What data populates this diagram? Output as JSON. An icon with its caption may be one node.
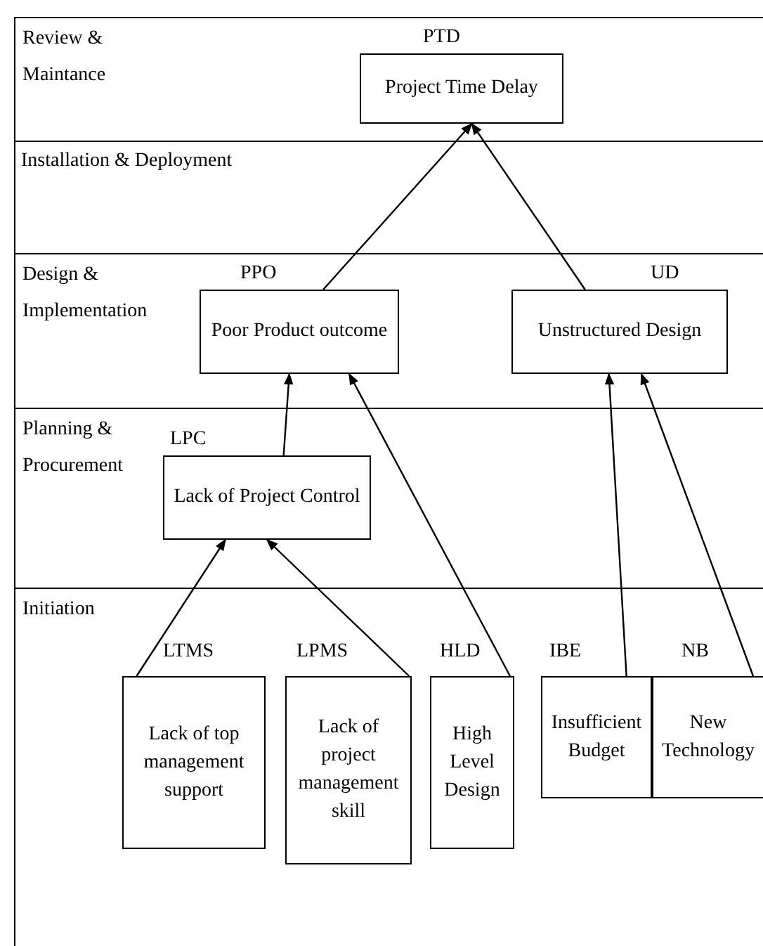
{
  "diagram": {
    "nodes": [
      {
        "text": [
          "Review & Maintance"
        ]
      },
      {
        "text": [
          "Project Time Delay"
        ],
        "in": 0,
        "beside": [
          "PTD"
        ]
      },
      {
        "text": [
          "Design & Implementation"
        ]
      },
      {
        "text": [
          "Poor Product outcome"
        ],
        "in": 2,
        "beside": [
          "PPO"
        ]
      },
      {
        "text": [
          "Unstructured Design"
        ],
        "in": 2,
        "beside": [
          "UD"
        ]
      },
      {
        "text": [
          "Planning & Procurement"
        ]
      },
      {
        "text": [
          "Lack of Project Control"
        ],
        "in": 5,
        "beside": [
          "LPC"
        ]
      },
      {
        "text": [
          "Initiation"
        ]
      },
      {
        "text": [
          "Lack of top management support"
        ],
        "in": 7,
        "beside": [
          "LTMS"
        ]
      },
      {
        "text": [
          "Lack of project management skill"
        ],
        "in": 7,
        "beside": [
          "LPMS"
        ]
      },
      {
        "text": [
          "High Level Design"
        ],
        "in": 7,
        "beside": [
          "HLD"
        ]
      },
      {
        "text": [
          "Insufficient Budget"
        ],
        "in": 7,
        "beside": [
          "IBE"
        ]
      },
      {
        "text": [
          "New Technology"
        ],
        "in": 7,
        "beside": [
          "NB"
        ]
      }
    ],
    "edges": [
      {
        "from": 3,
        "to": 1,
        "arrow": "to"
      },
      {
        "from": 4,
        "to": 1,
        "arrow": "to"
      },
      {
        "from": 6,
        "to": 3,
        "arrow": "to"
      },
      {
        "from": 10,
        "to": 3,
        "arrow": "to"
      },
      {
        "from": 11,
        "to": 4,
        "arrow": "to"
      },
      {
        "from": 12,
        "to": 4,
        "arrow": "to"
      },
      {
        "from": 8,
        "to": 6,
        "arrow": "to"
      },
      {
        "from": 9,
        "to": 6,
        "arrow": "to"
      }
    ],
    "labels": [
      "Installation & Deployment"
    ]
  }
}
